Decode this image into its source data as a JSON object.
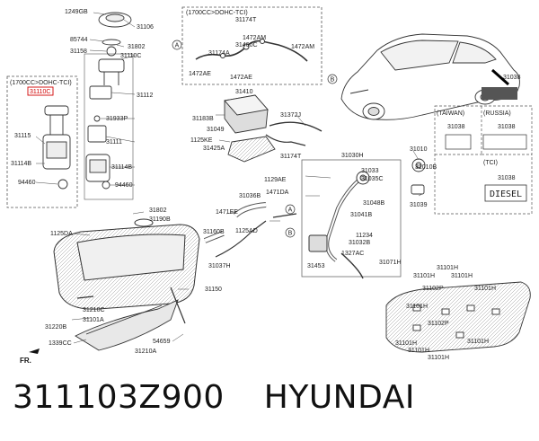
{
  "diagram": {
    "labels": {
      "p1249GB": "1249GB",
      "p31106": "31106",
      "p85744": "85744",
      "p31802a": "31802",
      "p31158": "31158",
      "p31110C_top": "31110C",
      "p31112": "31112",
      "p31933P": "31933P",
      "p31111": "31111",
      "p31114B_center": "31114B",
      "p94460_center": "94460",
      "p31115": "31115",
      "p31114B_left": "31114B",
      "p94460_left": "94460",
      "p31110C_red": "31110C",
      "p31802b": "31802",
      "p31190B": "31190B",
      "p1125DA_left": "1125DA",
      "p31150": "31150",
      "p31210C": "31210C",
      "p31101A": "31101A",
      "p31220B": "31220B",
      "p1339CC": "1339CC",
      "p54659": "54659",
      "p31210A": "31210A",
      "p31174T_box": "31174T",
      "p1472AM_a": "1472AM",
      "p1472AM_b": "1472AM",
      "p31460C": "31460C",
      "p31174A": "31174A",
      "p1472AE_a": "1472AE",
      "p1472AE_b": "1472AE",
      "p31410": "31410",
      "p31183B": "31183B",
      "p31372J": "31372J",
      "p31049": "31049",
      "p1125KE": "1125KE",
      "p31425A": "31425A",
      "p31174T": "31174T",
      "p1129AE": "1129AE",
      "p31036B": "31036B",
      "p1471DA": "1471DA",
      "p1471EE": "1471EE",
      "p31160B": "31160B",
      "p1125AD": "1125AD",
      "p31037H": "31037H",
      "p31030H": "31030H",
      "p31033": "31033",
      "p31035C": "31035C",
      "p31048B": "31048B",
      "p31041B": "31041B",
      "p11234": "11234",
      "p31032B": "31032B",
      "p1327AC": "1327AC",
      "p31453": "31453",
      "p31071H": "31071H",
      "p31010": "31010",
      "p31010B": "31010B",
      "p31039": "31039",
      "p31038_main": "31038",
      "p31038_tw": "31038",
      "p31038_ru": "31038",
      "p31038_tci": "31038",
      "p31101H_1": "31101H",
      "p31101H_2": "31101H",
      "p31101H_3": "31101H",
      "p31101H_4": "31101H",
      "p31101H_5": "31101H",
      "p31101H_6": "31101H",
      "p31101H_7": "31101H",
      "p31101H_8": "31101H",
      "p31101H_9": "31101H",
      "p31102P_a": "31102P",
      "p31102P_b": "31102P",
      "letterA1": "A",
      "letterA2": "A",
      "letterB1": "B",
      "letterB2": "B"
    },
    "boxes": {
      "dohc_top": "(1700CC>DOHC-TCI)",
      "dohc_left": "(1700CC>DOHC-TCI)",
      "taiwan": "(TAIWAN)",
      "russia": "(RUSSIA)",
      "tci": "(TCI)",
      "diesel": "DIESEL"
    },
    "front_marker": "FR."
  },
  "footer": {
    "part_number": "311103Z900",
    "brand": "HYUNDAI"
  }
}
